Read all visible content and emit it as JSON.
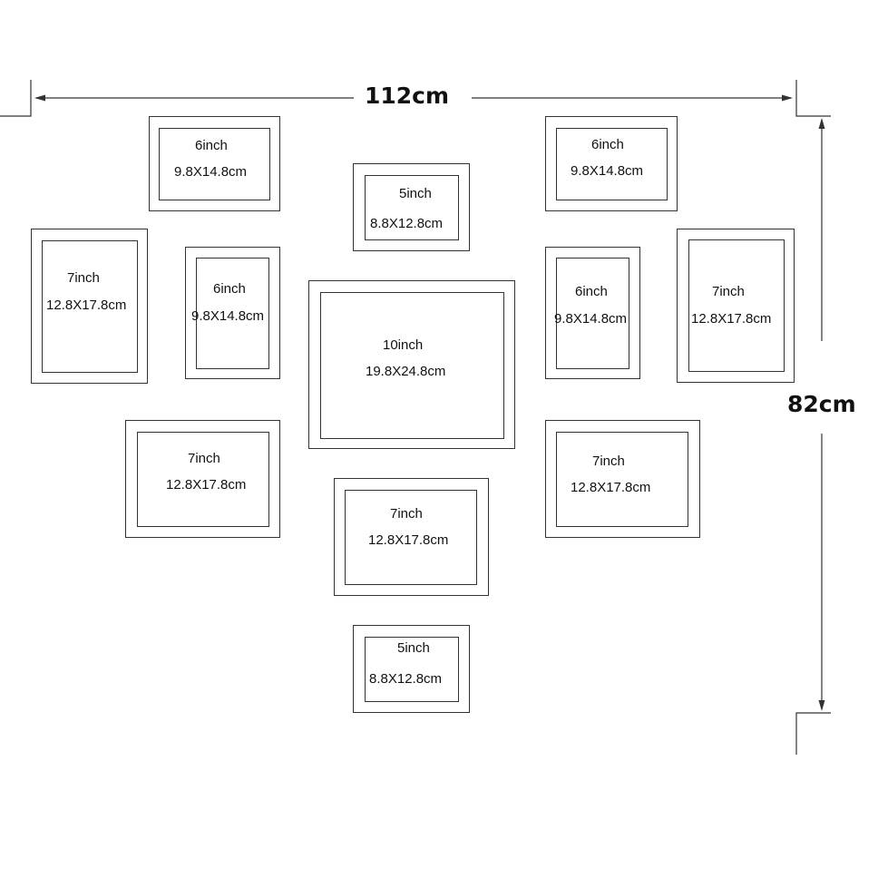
{
  "dimensions": {
    "width_label": "112cm",
    "height_label": "82cm"
  },
  "frames": [
    {
      "id": "f1",
      "size": "6inch",
      "dims": "9.8X14.8cm"
    },
    {
      "id": "f2",
      "size": "5inch",
      "dims": "8.8X12.8cm"
    },
    {
      "id": "f3",
      "size": "6inch",
      "dims": "9.8X14.8cm"
    },
    {
      "id": "f4",
      "size": "7inch",
      "dims": "12.8X17.8cm"
    },
    {
      "id": "f5",
      "size": "6inch",
      "dims": "9.8X14.8cm"
    },
    {
      "id": "f6",
      "size": "10inch",
      "dims": "19.8X24.8cm"
    },
    {
      "id": "f7",
      "size": "6inch",
      "dims": "9.8X14.8cm"
    },
    {
      "id": "f8",
      "size": "7inch",
      "dims": "12.8X17.8cm"
    },
    {
      "id": "f9",
      "size": "7inch",
      "dims": "12.8X17.8cm"
    },
    {
      "id": "f10",
      "size": "7inch",
      "dims": "12.8X17.8cm"
    },
    {
      "id": "f11",
      "size": "7inch",
      "dims": "12.8X17.8cm"
    },
    {
      "id": "f12",
      "size": "5inch",
      "dims": "8.8X12.8cm"
    }
  ]
}
